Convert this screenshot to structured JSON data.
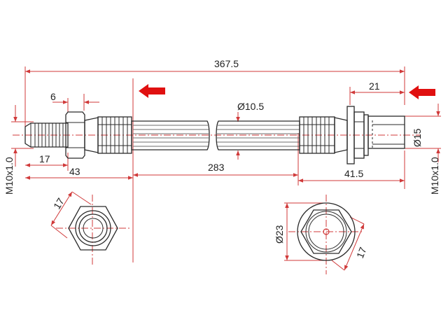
{
  "dimensions": {
    "overall_length": "367.5",
    "hose_diameter": "Ø10.5",
    "left_thread_width": "6",
    "left_thread_length": "17",
    "left_fitting_length": "43",
    "hose_length": "283",
    "right_end_length": "21",
    "right_end_diameter": "Ø15",
    "right_fitting_length": "41.5",
    "left_thread": "M10x1.0",
    "right_thread": "M10x1.0",
    "left_hex_size": "17",
    "right_flange_diameter": "Ø23",
    "right_hex_size": "17"
  },
  "colors": {
    "dimension_lines": "#d03a3a",
    "arrows": "#e01010",
    "outline": "#2a2a2a",
    "hose_ribs": "#6e6e6e"
  },
  "icons": {
    "left_arrow": "red-arrow-left-icon",
    "right_arrow": "red-arrow-left-icon"
  }
}
